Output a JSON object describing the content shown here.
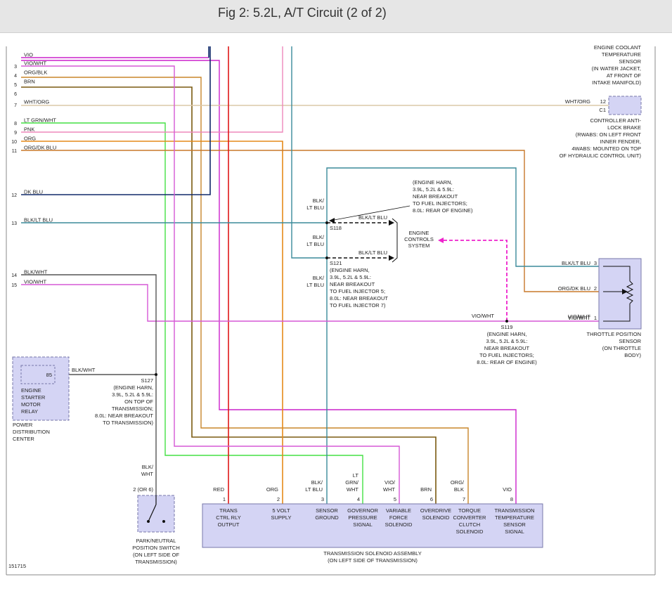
{
  "header": {
    "title": "Fig 2: 5.2L, A/T Circuit (2 of 2)"
  },
  "colors": {
    "VIO": "#cc22cc",
    "VIO/WHT": "#d659d6",
    "ORG/BLK": "#c8852a",
    "BRN": "#7a5a10",
    "WHT/ORG": "#dcc8a8",
    "LT GRN/WHT": "#44e044",
    "PNK": "#ee88bb",
    "ORG": "#e58a1a",
    "ORG/DK BLU": "#c8782a",
    "DK BLU": "#102a6a",
    "BLK/LT BLU": "#3a8a9a",
    "BLK/WHT": "#555555",
    "RED": "#e01818",
    "BLK/WHT_DASH": "#ee22cc",
    "component_fill": "#d4d4f4",
    "component_stroke": "#7777aa"
  },
  "left_wires": [
    {
      "pin": "",
      "color": "VIO"
    },
    {
      "pin": "3",
      "color": "VIO/WHT"
    },
    {
      "pin": "4",
      "color": "ORG/BLK"
    },
    {
      "pin": "5",
      "color": "BRN"
    },
    {
      "pin": "6",
      "color": ""
    },
    {
      "pin": "7",
      "color": "WHT/ORG"
    },
    {
      "pin": "8",
      "color": "LT GRN/WHT"
    },
    {
      "pin": "9",
      "color": "PNK"
    },
    {
      "pin": "10",
      "color": "ORG"
    },
    {
      "pin": "11",
      "color": "ORG/DK BLU"
    },
    {
      "pin": "12",
      "color": "DK BLU"
    },
    {
      "pin": "13",
      "color": "BLK/LT BLU"
    },
    {
      "pin": "14",
      "color": "BLK/WHT"
    },
    {
      "pin": "15",
      "color": "VIO/WHT"
    }
  ],
  "ect_sensor": [
    "ENGINE COOLANT",
    "TEMPERATURE",
    "SENSOR",
    "(IN WATER JACKET,",
    "AT FRONT OF",
    "INTAKE MANIFOLD)"
  ],
  "abs": {
    "wire": "WHT/ORG",
    "pin": "12",
    "connector": "C1",
    "label": [
      "CONTROLLER ANTI-",
      "LOCK BRAKE",
      "(RWABS: ON LEFT FRONT",
      "INNER FENDER,",
      "4WABS: MOUNTED ON TOP",
      "OF HYDRAULIC CONTROL UNIT)"
    ]
  },
  "s118_note": [
    "(ENGINE HARN,",
    "3.9L, 5.2L & 5.9L:",
    "NEAR BREAKOUT",
    "TO FUEL INJECTORS;",
    "8.0L: REAR OF ENGINE)"
  ],
  "splices": {
    "s118": {
      "label": "S118",
      "wire_left": [
        "BLK/",
        "LT BLU"
      ],
      "wire_right": "BLK/LT BLU",
      "wire_below": [
        "BLK/",
        "LT BLU"
      ]
    },
    "s121": {
      "label": "S121",
      "wire_right": "BLK/LT BLU",
      "wire_below": [
        "BLK/",
        "LT BLU"
      ],
      "note": [
        "(ENGINE HARN,",
        "3.9L, 5.2L & 5.9L:",
        "NEAR BREAKOUT",
        "TO FUEL INJECTOR 5;",
        "8.0L: NEAR BREAKOUT",
        "TO FUEL INJECTOR 7)"
      ]
    },
    "s119": {
      "label": "S119",
      "wire_left": "VIO/WHT",
      "wire_up": "VIO/WHT",
      "note": [
        "(ENGINE HARN,",
        "3.9L, 5.2L & 5.9L:",
        "NEAR BREAKOUT",
        "TO FUEL INJECTORS;",
        "8.0L: REAR OF ENGINE)"
      ]
    },
    "s127": {
      "label": "S127",
      "wire": "BLK/WHT",
      "note": [
        "(ENGINE HARN,",
        "3.9L, 5.2L & 5.9L:",
        "ON TOP OF",
        "TRANSMISSION;",
        "8.0L: NEAR BREAKOUT",
        "TO TRANSMISSION)"
      ]
    }
  },
  "ecs": [
    "ENGINE",
    "CONTROLS",
    "SYSTEM"
  ],
  "tps": {
    "pins": [
      {
        "pin": "3",
        "wire": "BLK/LT BLU"
      },
      {
        "pin": "2",
        "wire": "ORG/DK BLU"
      },
      {
        "pin": "1",
        "wire": "VIO/WHT"
      }
    ],
    "label": [
      "THROTTLE POSITION",
      "SENSOR",
      "(ON THROTTLE",
      "BODY)"
    ]
  },
  "relay": {
    "pin": "85",
    "wire": "BLK/WHT",
    "label": [
      "ENGINE",
      "STARTER",
      "MOTOR",
      "RELAY"
    ],
    "pdc": [
      "POWER",
      "DISTRIBUTION",
      "CENTER"
    ]
  },
  "pnp": {
    "pin": "2 (OR 6)",
    "wire": [
      "BLK/",
      "WHT"
    ],
    "label": [
      "PARK/NEUTRAL",
      "POSITION SWITCH",
      "(ON LEFT SIDE OF",
      "TRANSMISSION)"
    ]
  },
  "solenoid": {
    "label": [
      "TRANSMISSION SOLENOID ASSEMBLY",
      "(ON LEFT SIDE OF TRANSMISSION)"
    ],
    "pins": [
      {
        "pin": "1",
        "wire": [
          "RED"
        ],
        "func": [
          "TRANS",
          "CTRL RLY",
          "OUTPUT"
        ]
      },
      {
        "pin": "2",
        "wire": [
          "ORG"
        ],
        "func": [
          "5 VOLT",
          "SUPPLY"
        ]
      },
      {
        "pin": "3",
        "wire": [
          "BLK/",
          "LT BLU"
        ],
        "func": [
          "SENSOR",
          "GROUND"
        ]
      },
      {
        "pin": "4",
        "wire": [
          "LT",
          "GRN/",
          "WHT"
        ],
        "func": [
          "GOVERNOR",
          "PRESSURE",
          "SIGNAL"
        ]
      },
      {
        "pin": "5",
        "wire": [
          "VIO/",
          "WHT"
        ],
        "func": [
          "VARIABLE",
          "FORCE",
          "SOLENOID"
        ]
      },
      {
        "pin": "6",
        "wire": [
          "BRN"
        ],
        "func": [
          "OVERDRIVE",
          "SOLENOID"
        ]
      },
      {
        "pin": "7",
        "wire": [
          "ORG/",
          "BLK"
        ],
        "func": [
          "TORQUE",
          "CONVERTER",
          "CLUTCH",
          "SOLENOID"
        ]
      },
      {
        "pin": "8",
        "wire": [
          "VIO"
        ],
        "func": [
          "TRANSMISSION",
          "TEMPERATURE",
          "SENSOR",
          "SIGNAL"
        ]
      }
    ]
  },
  "figure_id": "151715"
}
